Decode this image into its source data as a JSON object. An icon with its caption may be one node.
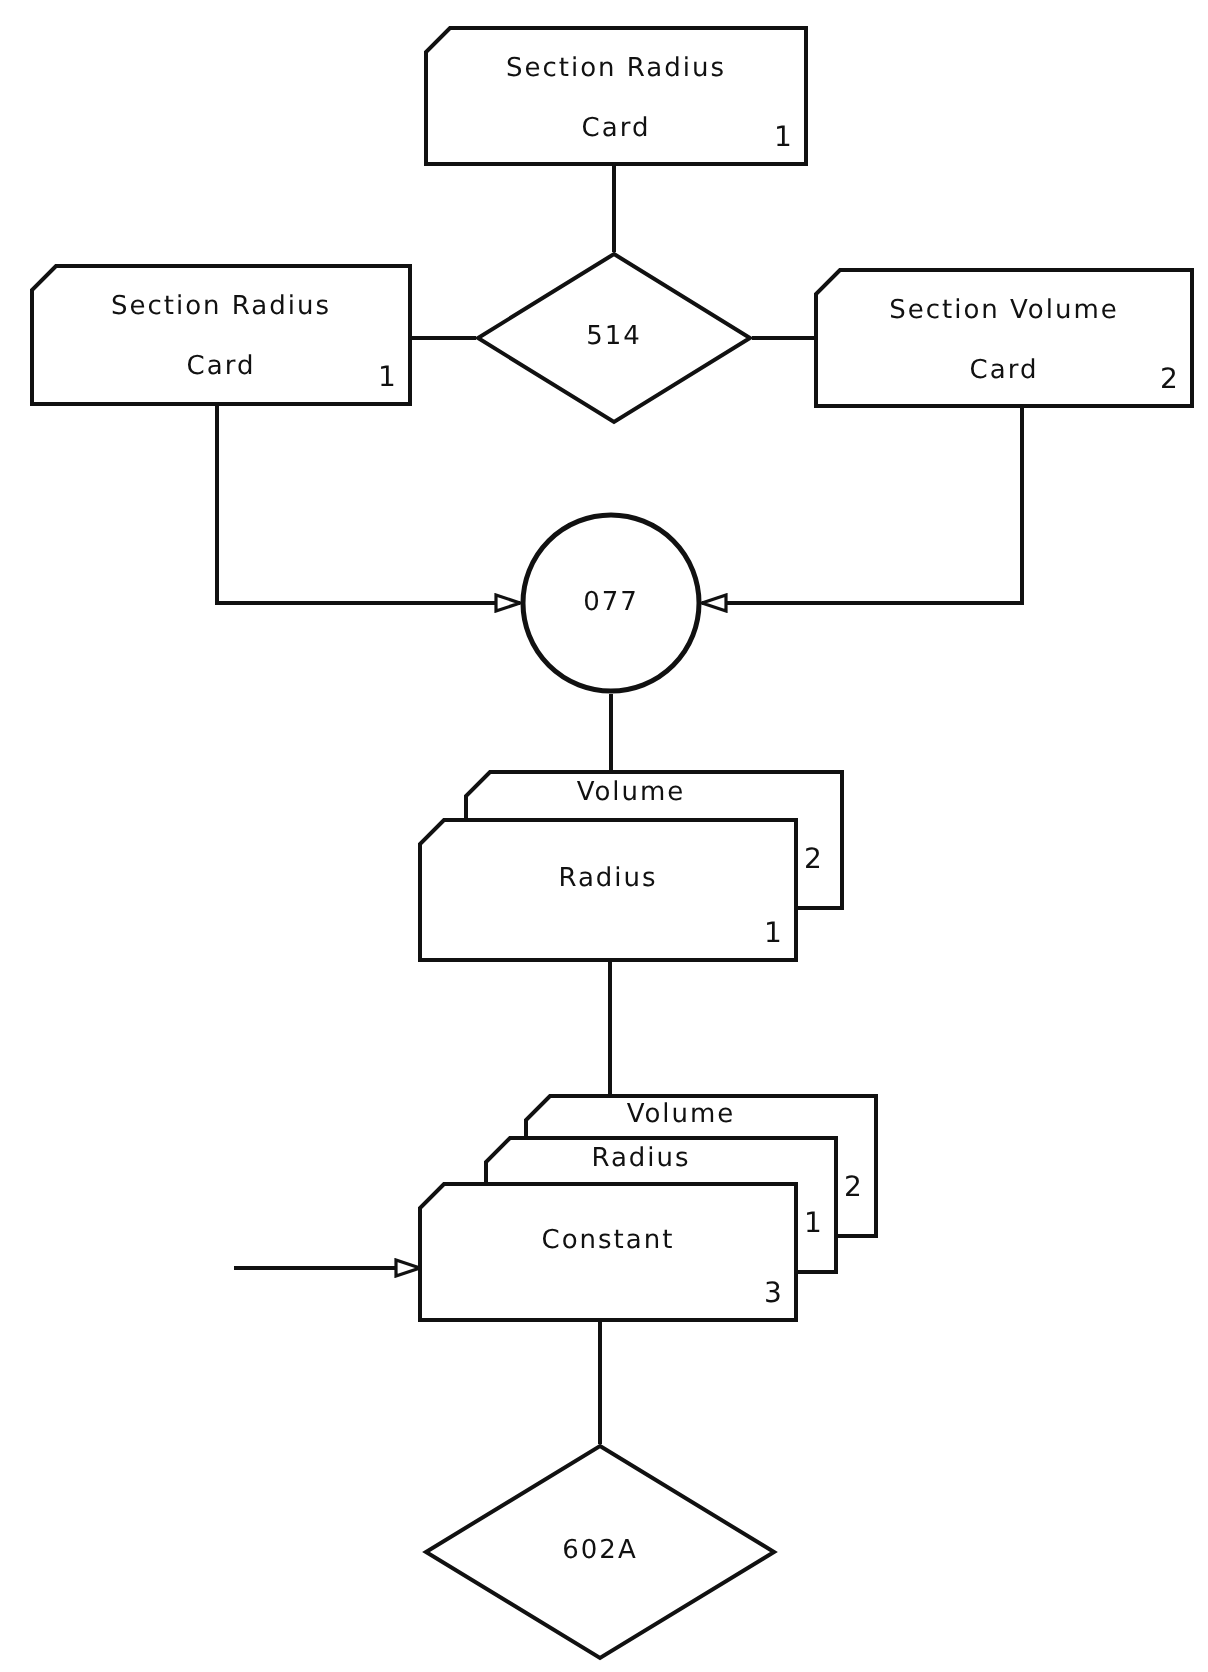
{
  "diagram": {
    "nodes": [
      {
        "text": [
          "Section Radius Card",
          "1"
        ]
      },
      {
        "text": [
          "Section Radius Card",
          "1"
        ]
      },
      {
        "text": [
          "514"
        ]
      },
      {
        "text": [
          "Section Volume Card",
          "2"
        ]
      },
      {
        "text": [
          "077"
        ]
      },
      {
        "text": [
          "Volume",
          "2",
          "Radius",
          "1"
        ]
      },
      {
        "text": [
          "Volume",
          "2",
          "Radius",
          "1",
          "Constant",
          "3"
        ]
      },
      {
        "text": [
          "602A"
        ]
      }
    ],
    "edges": [
      {
        "from": 0,
        "to": 2,
        "arrow": "none"
      },
      {
        "from": 1,
        "to": 2,
        "arrow": "none"
      },
      {
        "from": 2,
        "to": 3,
        "arrow": "none"
      },
      {
        "from": 1,
        "to": 4,
        "arrow": "to"
      },
      {
        "from": 3,
        "to": 4,
        "arrow": "to"
      },
      {
        "from": 4,
        "to": 5,
        "arrow": "none"
      },
      {
        "from": 5,
        "to": 6,
        "arrow": "none"
      },
      {
        "from": null,
        "to": 6,
        "arrow": "to"
      },
      {
        "from": 6,
        "to": 7,
        "arrow": "none"
      }
    ]
  }
}
